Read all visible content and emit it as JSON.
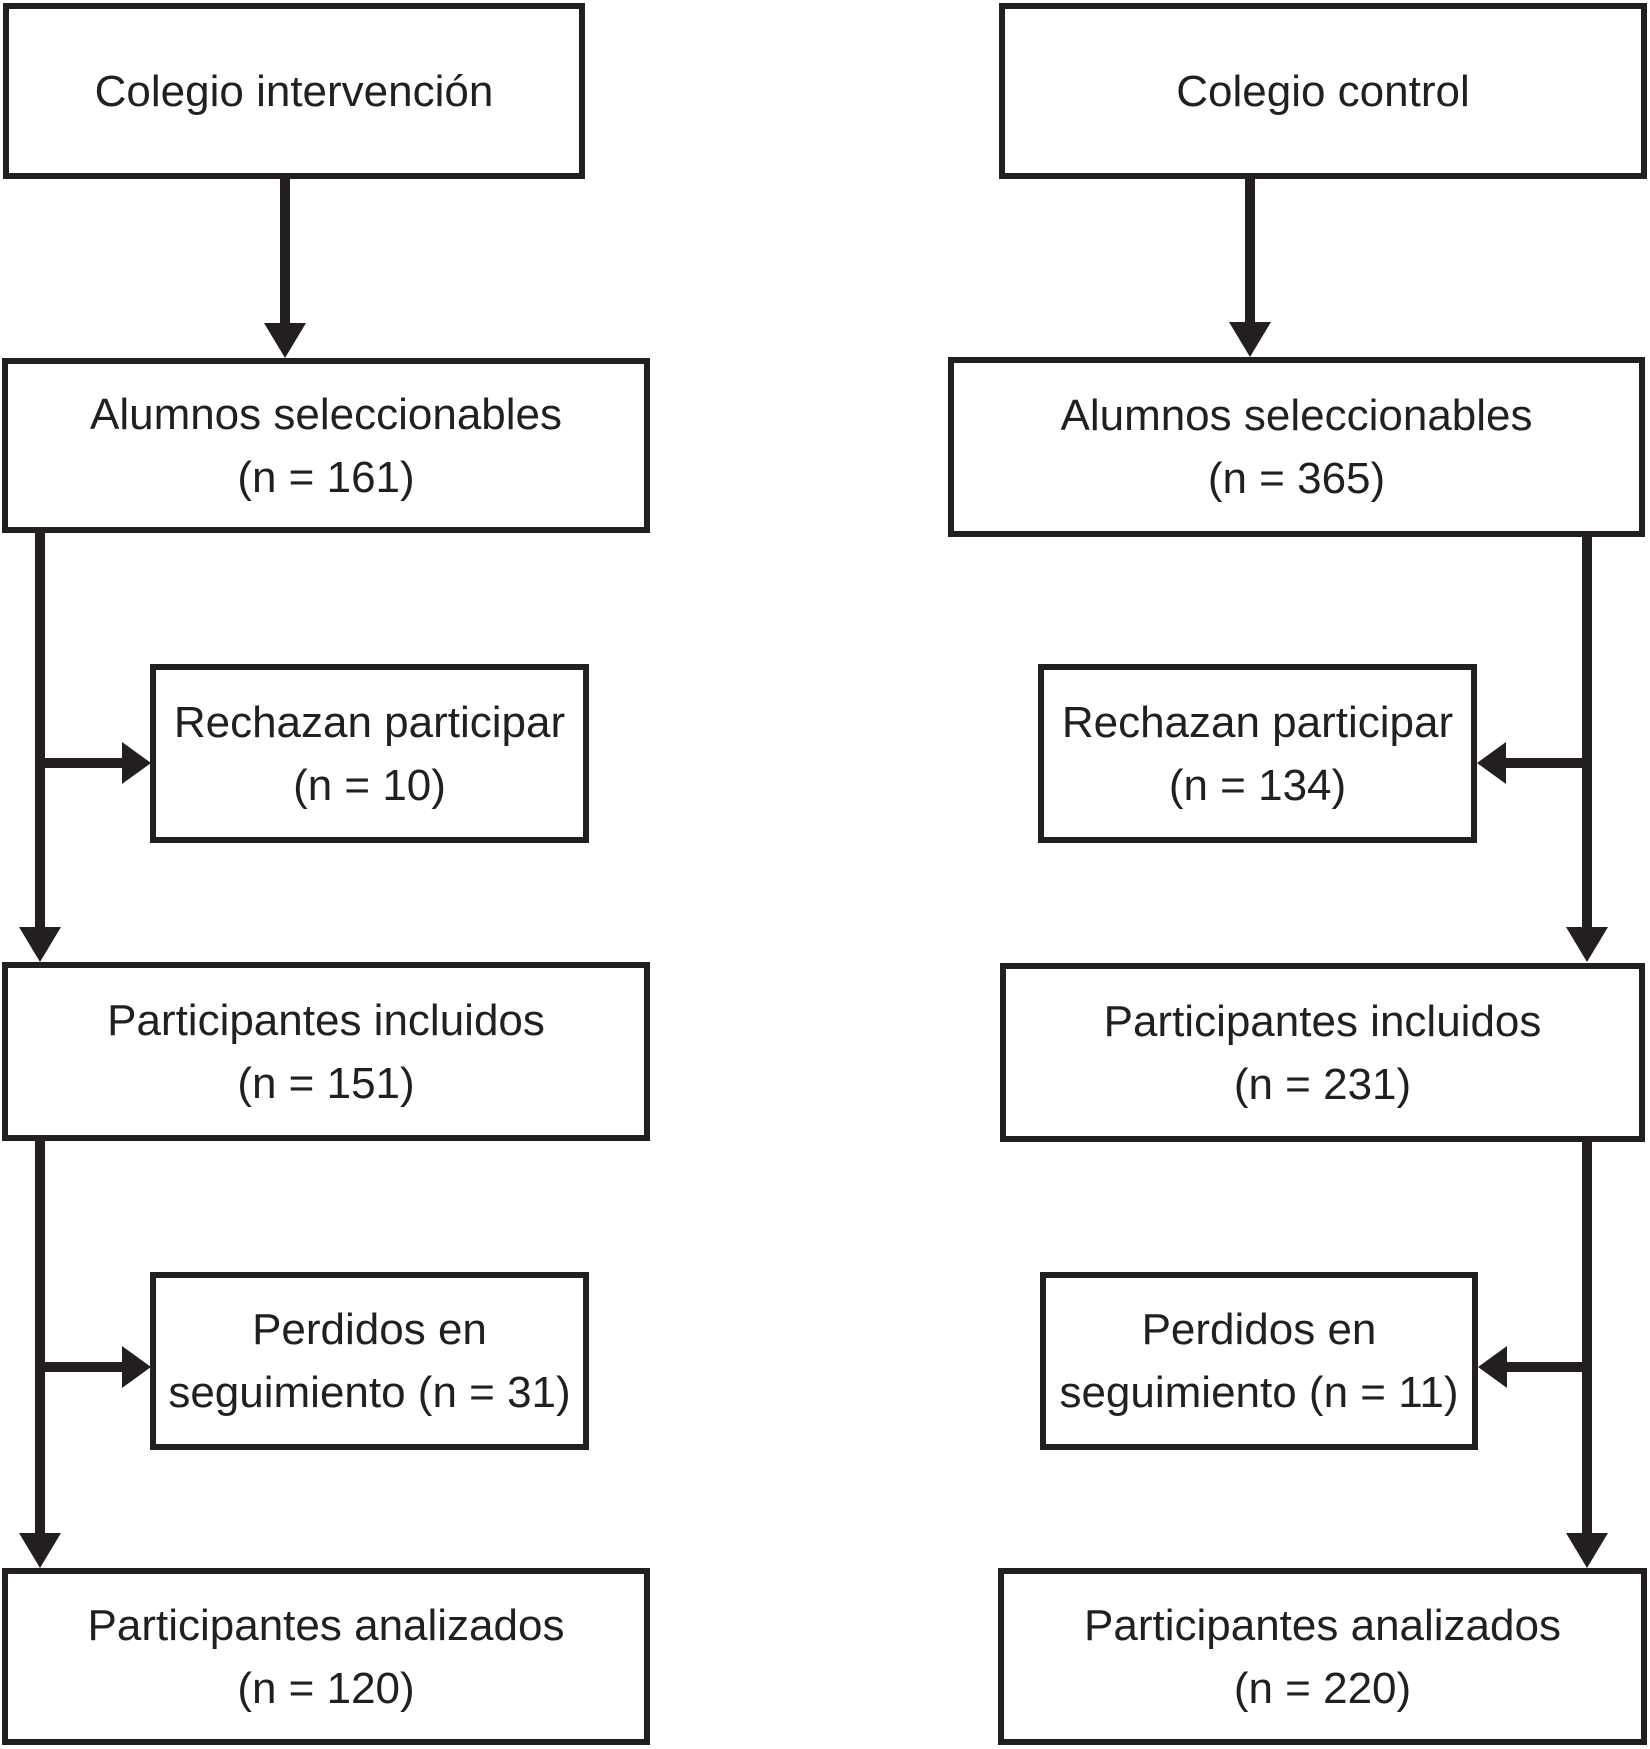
{
  "diagram_type": "participant-flow-chart",
  "colors": {
    "line": "#231f20",
    "text": "#231f20",
    "box_fill": "#ffffff",
    "background": "#ffffff"
  },
  "columns": {
    "intervention": {
      "top": "Colegio intervención",
      "eligible_label": "Alumnos seleccionables",
      "eligible_n": "(n = 161)",
      "refused_label": "Rechazan participar",
      "refused_n": "(n = 10)",
      "included_label": "Participantes incluidos",
      "included_n": "(n = 151)",
      "lost_line1": "Perdidos en",
      "lost_line2": "seguimiento (n = 31)",
      "analyzed_label": "Participantes analizados",
      "analyzed_n": "(n = 120)"
    },
    "control": {
      "top": "Colegio control",
      "eligible_label": "Alumnos seleccionables",
      "eligible_n": "(n = 365)",
      "refused_label": "Rechazan participar",
      "refused_n": "(n = 134)",
      "included_label": "Participantes incluidos",
      "included_n": "(n = 231)",
      "lost_line1": "Perdidos en",
      "lost_line2": "seguimiento (n = 11)",
      "analyzed_label": "Participantes analizados",
      "analyzed_n": "(n = 220)"
    }
  }
}
